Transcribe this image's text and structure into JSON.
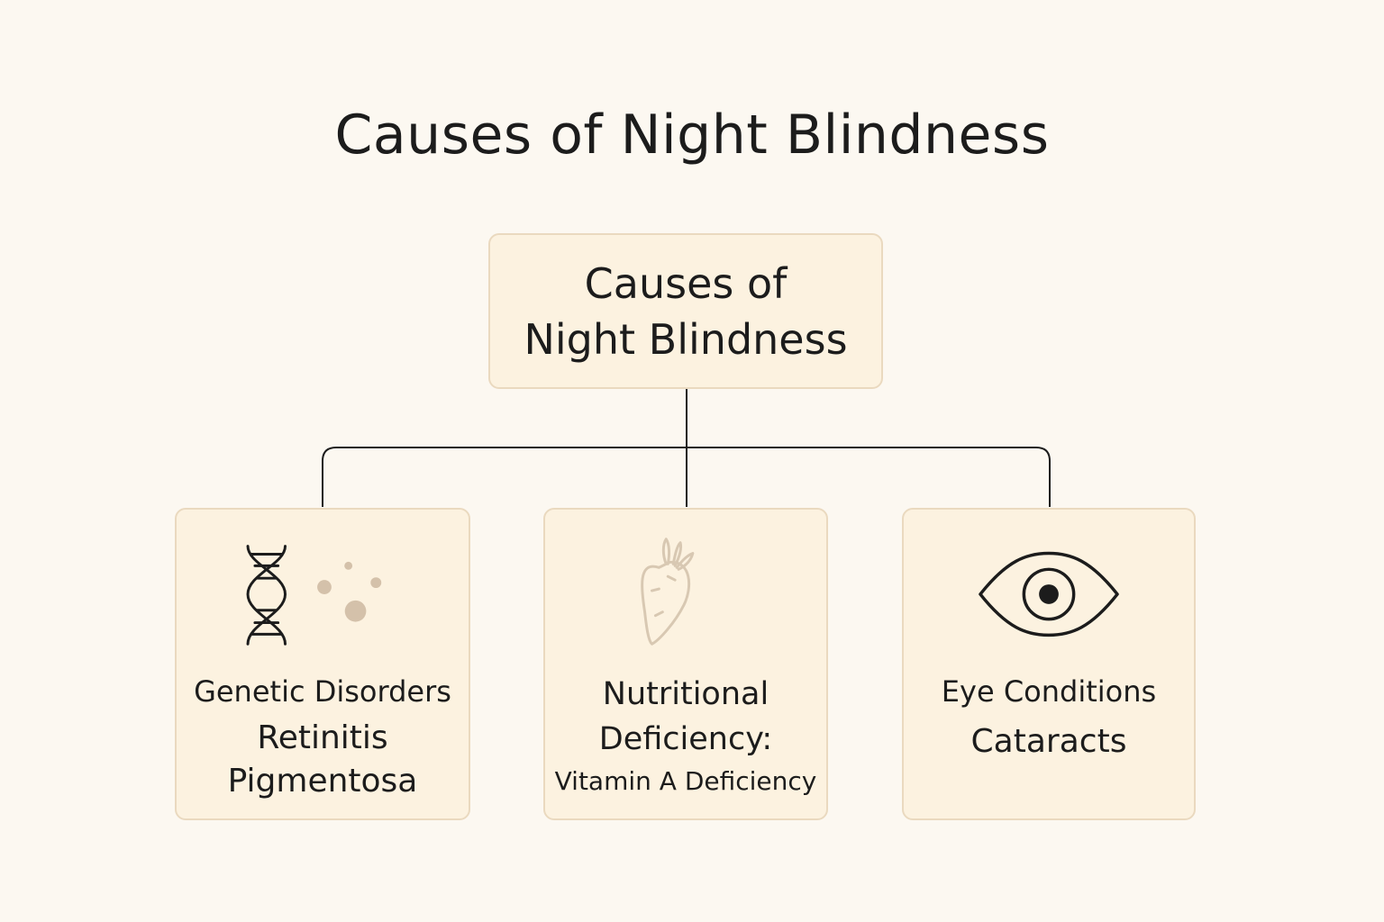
{
  "title": "Causes of Night Blindness",
  "root": {
    "line1": "Causes of",
    "line2": "Night Blindness"
  },
  "children": [
    {
      "category": "Genetic Disorders",
      "condition_line1": "Retinitis",
      "condition_line2": "Pigmentosa",
      "icon": "dna-icon"
    },
    {
      "category_line1": "Nutritional",
      "category_line2": "Deficiency:",
      "condition": "Vitamin A Deficiency",
      "icon": "carrot-icon"
    },
    {
      "category": "Eye Conditions",
      "condition": "Cataracts",
      "icon": "eye-icon"
    }
  ],
  "colors": {
    "background": "#fcf8f1",
    "box_fill": "#fcf2e0",
    "box_border": "#ead9bf",
    "connector": "#1c1c1c",
    "accent_beige": "#d8c8b2",
    "particle": "#d4c1aa"
  }
}
